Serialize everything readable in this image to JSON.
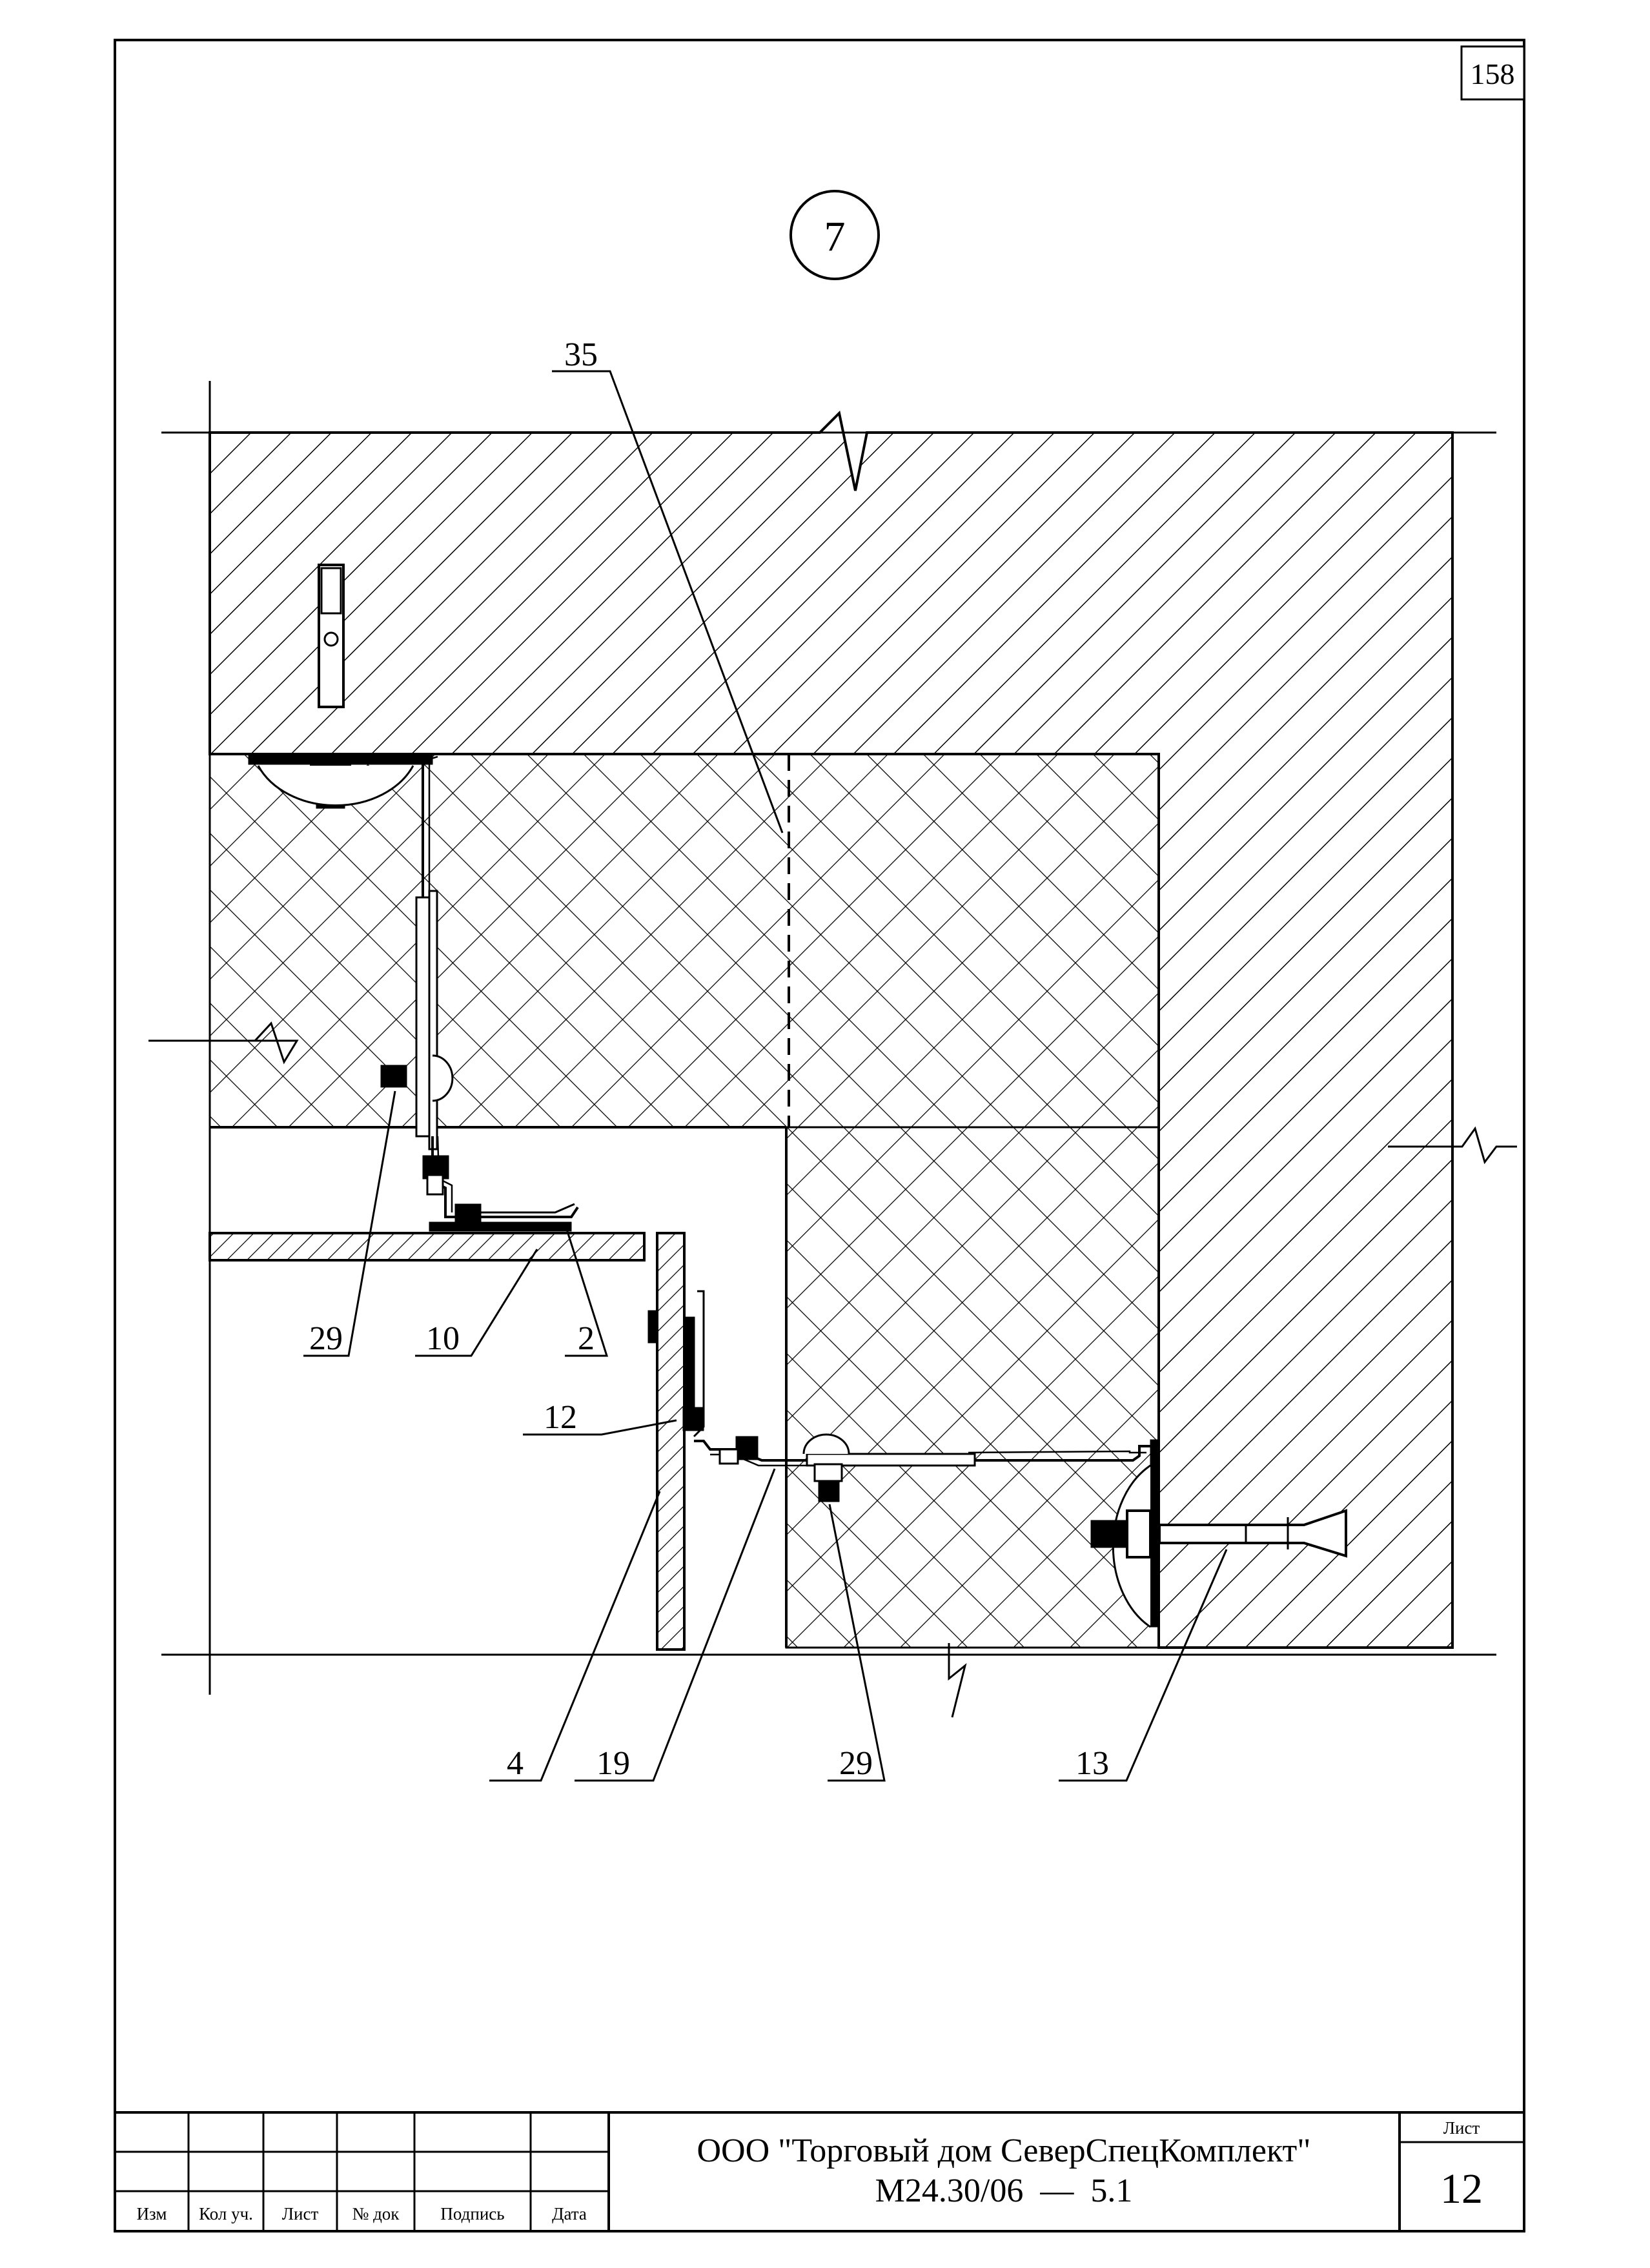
{
  "sheet": {
    "archive_page_number": "158",
    "detail_number": "7"
  },
  "callouts": {
    "c35": "35",
    "c29_left": "29",
    "c10": "10",
    "c2": "2",
    "c12": "12",
    "c4": "4",
    "c19": "19",
    "c29_bottom": "29",
    "c13": "13"
  },
  "title_block": {
    "company": "ООО \"Торговый дом СеверСпецКомплект\"",
    "document_code": "М24.30/06  —  5.1",
    "sheet_label": "Лист",
    "sheet_number": "12",
    "columns": [
      "Изм",
      "Кол уч.",
      "Лист",
      "№ док",
      "Подпись",
      "Дата"
    ]
  }
}
